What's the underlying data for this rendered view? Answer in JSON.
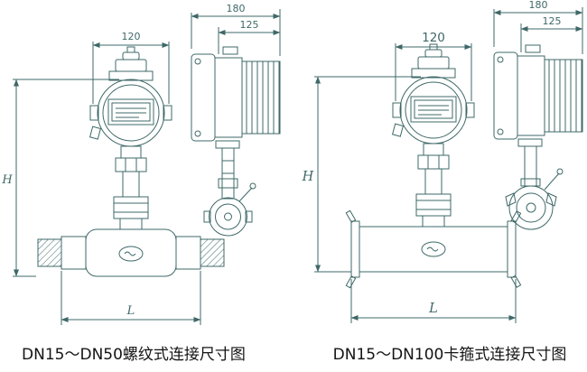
{
  "colors": {
    "line": "#3f6868",
    "caption": "#141414",
    "background": "#ffffff"
  },
  "left_diagram": {
    "caption": "DN15～DN50螺纹式连接尺寸图",
    "dims": {
      "head_width": "120",
      "housing_depth": "180",
      "housing_body_depth": "125",
      "height": "H",
      "length": "L"
    }
  },
  "right_diagram": {
    "caption": "DN15～DN100卡箍式连接尺寸图",
    "dims": {
      "head_width": "120",
      "housing_depth": "180",
      "housing_body_depth": "125",
      "height": "H",
      "length": "L"
    }
  }
}
